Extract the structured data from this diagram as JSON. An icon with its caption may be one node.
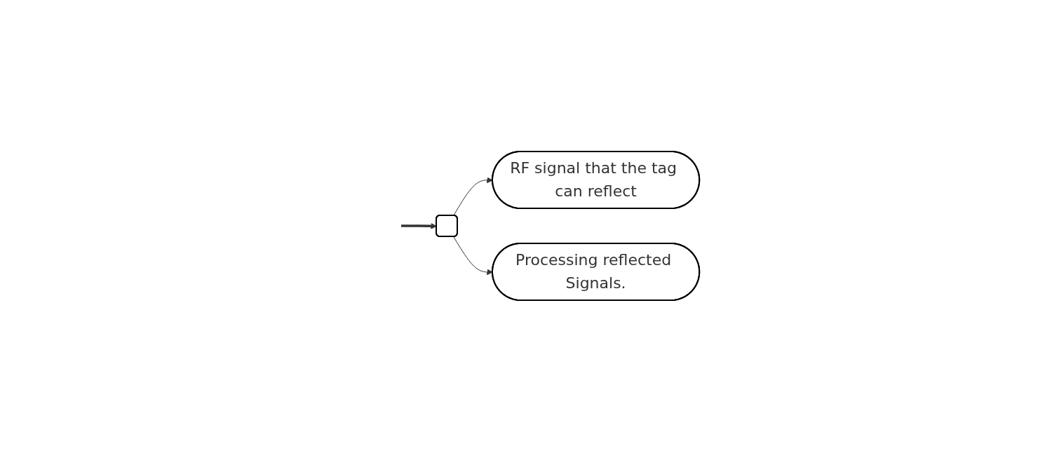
{
  "diagram": {
    "nodes": [
      {
        "text": [],
        "shape": "box"
      },
      {
        "text": [
          "RF signal that the tag can reflect"
        ]
      },
      {
        "text": [
          "Processing reflected Signals."
        ]
      }
    ],
    "edges": [
      {
        "from": null,
        "to": 0,
        "arrow": "to",
        "style": "thick"
      },
      {
        "from": 0,
        "to": 1,
        "arrow": "to"
      },
      {
        "from": 0,
        "to": 2,
        "arrow": "to"
      }
    ]
  }
}
